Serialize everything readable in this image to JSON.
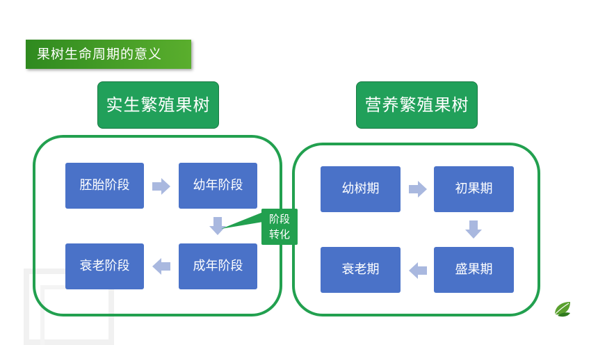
{
  "title": "果树生命周期的意义",
  "categories": {
    "left": "实生繁殖果树",
    "right": "营养繁殖果树"
  },
  "left_stages": {
    "embryo": "胚胎阶段",
    "juvenile": "幼年阶段",
    "adult": "成年阶段",
    "senescence": "衰老阶段"
  },
  "right_stages": {
    "young_tree": "幼树期",
    "early_fruiting": "初果期",
    "full_fruiting": "盛果期",
    "senescence": "衰老期"
  },
  "callout": {
    "line1": "阶段",
    "line2": "转化"
  },
  "colors": {
    "title_green": "#3d9a25",
    "category_green": "#21a05a",
    "border_green": "#22a04f",
    "stage_blue": "#4a72c8",
    "arrow_blue": "#a9b8df"
  },
  "icons": {
    "arrow": "block-arrow",
    "logo": "leaf-icon"
  }
}
